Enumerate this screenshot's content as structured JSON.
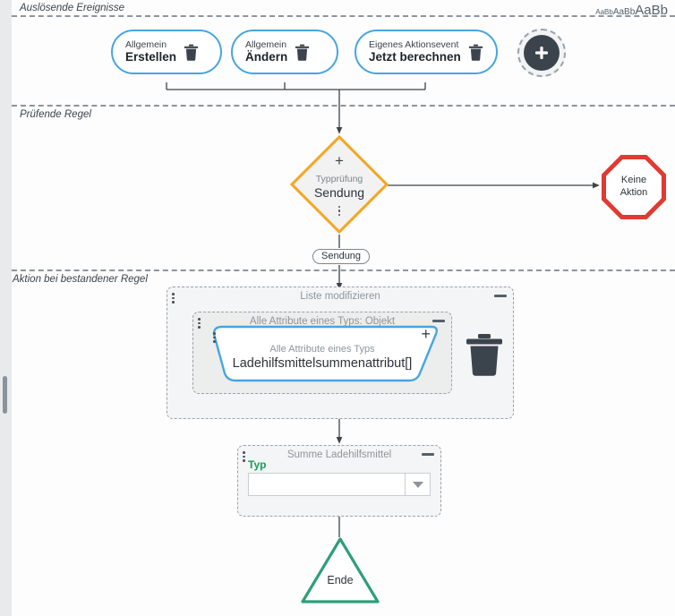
{
  "lanes": [
    {
      "label": "Auslösende Ereignisse"
    },
    {
      "label": "Prüfende Regel"
    },
    {
      "label": "Aktion bei bestandener Regel"
    }
  ],
  "font_widget": {
    "small": "AaBb",
    "medium": "AaBb",
    "large": "AaBb"
  },
  "triggers": [
    {
      "kind": "Allgemein",
      "name": "Erstellen",
      "delete_icon": "trash-icon"
    },
    {
      "kind": "Allgemein",
      "name": "Ändern",
      "delete_icon": "trash-icon"
    },
    {
      "kind": "Eigenes Aktionsevent",
      "name": "Jetzt berechnen",
      "delete_icon": "trash-icon"
    }
  ],
  "add_event_button": {
    "icon": "plus-icon"
  },
  "decision": {
    "kind": "Typprüfung",
    "name": "Sendung",
    "add_icon": "plus-icon",
    "menu_icon": "kebab-menu-icon",
    "border_color": "#f5a623"
  },
  "edge_label": "Sendung",
  "no_action": {
    "line1": "Keine",
    "line2": "Aktion",
    "color": "#e03a32"
  },
  "panels": {
    "outer": {
      "title": "Liste modifizieren",
      "collapse_icon": "minus-icon",
      "handle_icon": "kebab-menu-icon"
    },
    "middle": {
      "title": "Alle Attribute eines Typs: Objekt",
      "collapse_icon": "minus-icon",
      "handle_icon": "kebab-menu-icon"
    },
    "summe": {
      "title": "Summe Ladehilfsmittel",
      "collapse_icon": "minus-icon",
      "handle_icon": "kebab-menu-icon"
    }
  },
  "attribute_node": {
    "kind": "Alle Attribute eines Typs",
    "name": "Ladehilfsmittelsummenattribut[]",
    "add_icon": "plus-icon",
    "handle_icon": "kebab-menu-icon",
    "border_color": "#46a5e0"
  },
  "delete_action": {
    "icon": "trash-icon"
  },
  "field": {
    "label": "Typ",
    "value": "",
    "placeholder": "",
    "dropdown_icon": "chevron-down-icon",
    "label_color": "#14a05a"
  },
  "end_node": {
    "label": "Ende",
    "color": "#2e9e78"
  }
}
